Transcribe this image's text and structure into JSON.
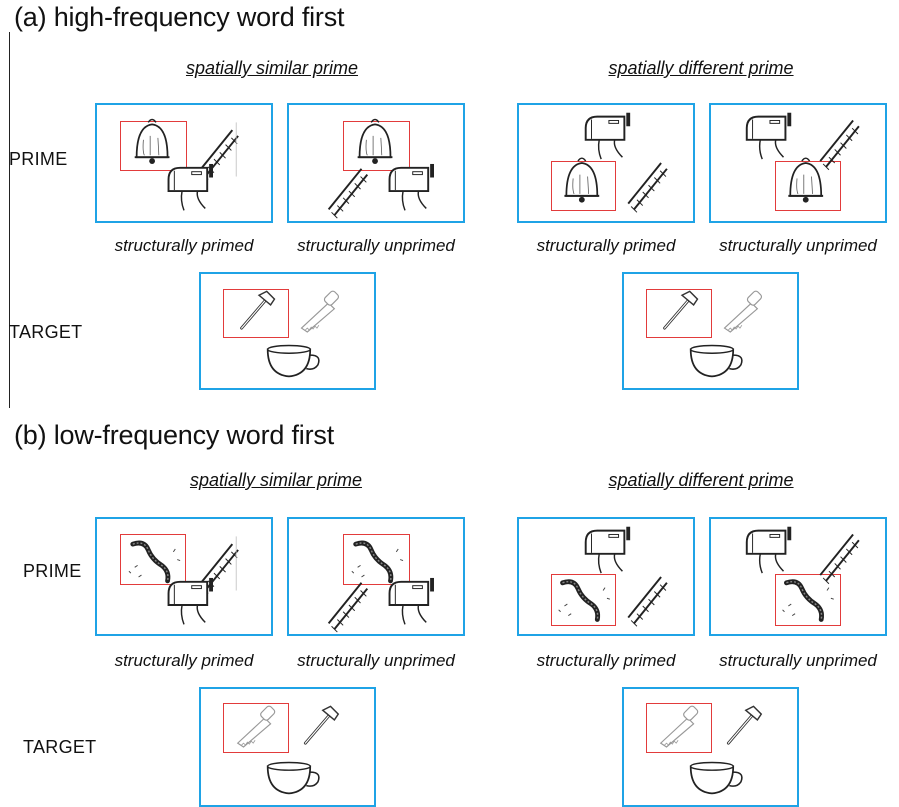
{
  "sections": [
    {
      "title": "(a) high-frequency word first",
      "col_headers": [
        "spatially similar prime",
        "spatially different prime"
      ],
      "row_labels": {
        "prime": "PRIME",
        "target": "TARGET"
      },
      "captions": [
        "structurally primed",
        "structurally unprimed",
        "structurally primed",
        "structurally unprimed"
      ],
      "prime_target_object": "bell",
      "target_first_object": "axe",
      "target_second_object": "saw"
    },
    {
      "title": "(b) low-frequency word first",
      "col_headers": [
        "spatially similar prime",
        "spatially different prime"
      ],
      "row_labels": {
        "prime": "PRIME",
        "target": "TARGET"
      },
      "captions": [
        "structurally primed",
        "structurally unprimed",
        "structurally primed",
        "structurally unprimed"
      ],
      "prime_target_object": "snake",
      "target_first_object": "saw",
      "target_second_object": "axe"
    }
  ],
  "objects": {
    "prime_other": [
      "ladder",
      "mailbox"
    ],
    "target_other": "cup"
  },
  "colors": {
    "panel_border": "#1fa3e6",
    "highlight_border": "#e23b3b",
    "text": "#111111"
  }
}
